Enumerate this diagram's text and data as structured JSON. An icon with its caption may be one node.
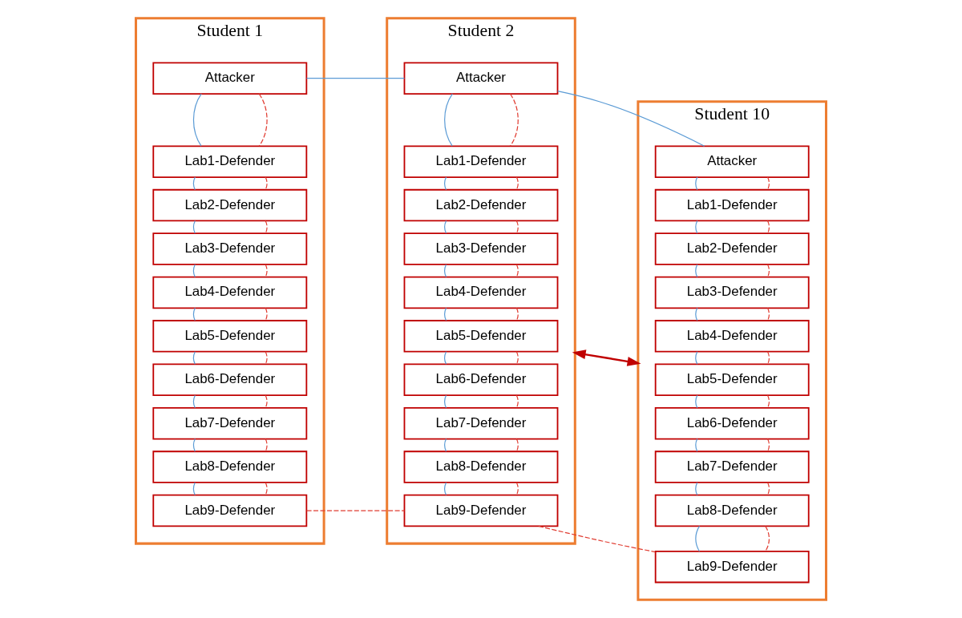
{
  "diagram": {
    "nodes": [
      {
        "text": [
          "Student 1"
        ]
      },
      {
        "text": [
          "Attacker"
        ],
        "in": 0
      },
      {
        "text": [
          "Lab1-Defender"
        ],
        "in": 0
      },
      {
        "text": [
          "Lab2-Defender"
        ],
        "in": 0
      },
      {
        "text": [
          "Lab3-Defender"
        ],
        "in": 0
      },
      {
        "text": [
          "Lab4-Defender"
        ],
        "in": 0
      },
      {
        "text": [
          "Lab5-Defender"
        ],
        "in": 0
      },
      {
        "text": [
          "Lab6-Defender"
        ],
        "in": 0
      },
      {
        "text": [
          "Lab7-Defender"
        ],
        "in": 0
      },
      {
        "text": [
          "Lab8-Defender"
        ],
        "in": 0
      },
      {
        "text": [
          "Lab9-Defender"
        ],
        "in": 0
      },
      {
        "text": [
          "Student 2"
        ]
      },
      {
        "text": [
          "Attacker"
        ],
        "in": 11
      },
      {
        "text": [
          "Lab1-Defender"
        ],
        "in": 11
      },
      {
        "text": [
          "Lab2-Defender"
        ],
        "in": 11
      },
      {
        "text": [
          "Lab3-Defender"
        ],
        "in": 11
      },
      {
        "text": [
          "Lab4-Defender"
        ],
        "in": 11
      },
      {
        "text": [
          "Lab5-Defender"
        ],
        "in": 11
      },
      {
        "text": [
          "Lab6-Defender"
        ],
        "in": 11
      },
      {
        "text": [
          "Lab7-Defender"
        ],
        "in": 11
      },
      {
        "text": [
          "Lab8-Defender"
        ],
        "in": 11
      },
      {
        "text": [
          "Lab9-Defender"
        ],
        "in": 11
      },
      {
        "text": [
          "Student 10"
        ]
      },
      {
        "text": [
          "Attacker"
        ],
        "in": 22
      },
      {
        "text": [
          "Lab1-Defender"
        ],
        "in": 22
      },
      {
        "text": [
          "Lab2-Defender"
        ],
        "in": 22
      },
      {
        "text": [
          "Lab3-Defender"
        ],
        "in": 22
      },
      {
        "text": [
          "Lab4-Defender"
        ],
        "in": 22
      },
      {
        "text": [
          "Lab5-Defender"
        ],
        "in": 22
      },
      {
        "text": [
          "Lab6-Defender"
        ],
        "in": 22
      },
      {
        "text": [
          "Lab7-Defender"
        ],
        "in": 22
      },
      {
        "text": [
          "Lab8-Defender"
        ],
        "in": 22
      },
      {
        "text": [
          "Lab9-Defender"
        ],
        "in": 22
      }
    ],
    "edges": [
      {
        "from": 1,
        "to": 2,
        "arrow": "none"
      },
      {
        "from": 2,
        "to": 3,
        "arrow": "none"
      },
      {
        "from": 3,
        "to": 4,
        "arrow": "none"
      },
      {
        "from": 4,
        "to": 5,
        "arrow": "none"
      },
      {
        "from": 5,
        "to": 6,
        "arrow": "none"
      },
      {
        "from": 6,
        "to": 7,
        "arrow": "none"
      },
      {
        "from": 7,
        "to": 8,
        "arrow": "none"
      },
      {
        "from": 8,
        "to": 9,
        "arrow": "none"
      },
      {
        "from": 9,
        "to": 10,
        "arrow": "none"
      },
      {
        "from": 12,
        "to": 13,
        "arrow": "none"
      },
      {
        "from": 13,
        "to": 14,
        "arrow": "none"
      },
      {
        "from": 14,
        "to": 15,
        "arrow": "none"
      },
      {
        "from": 15,
        "to": 16,
        "arrow": "none"
      },
      {
        "from": 16,
        "to": 17,
        "arrow": "none"
      },
      {
        "from": 17,
        "to": 18,
        "arrow": "none"
      },
      {
        "from": 18,
        "to": 19,
        "arrow": "none"
      },
      {
        "from": 19,
        "to": 20,
        "arrow": "none"
      },
      {
        "from": 20,
        "to": 21,
        "arrow": "none"
      },
      {
        "from": 23,
        "to": 24,
        "arrow": "none"
      },
      {
        "from": 24,
        "to": 25,
        "arrow": "none"
      },
      {
        "from": 25,
        "to": 26,
        "arrow": "none"
      },
      {
        "from": 26,
        "to": 27,
        "arrow": "none"
      },
      {
        "from": 27,
        "to": 28,
        "arrow": "none"
      },
      {
        "from": 28,
        "to": 29,
        "arrow": "none"
      },
      {
        "from": 29,
        "to": 30,
        "arrow": "none"
      },
      {
        "from": 30,
        "to": 31,
        "arrow": "none"
      },
      {
        "from": 31,
        "to": 32,
        "arrow": "none"
      },
      {
        "from": 1,
        "to": 12,
        "arrow": "none"
      },
      {
        "from": 12,
        "to": 23,
        "arrow": "none"
      },
      {
        "from": 1,
        "to": 2,
        "arrow": "none",
        "style": "dashed",
        "color": "#e03c31"
      },
      {
        "from": 2,
        "to": 3,
        "arrow": "none",
        "style": "dashed",
        "color": "#e03c31"
      },
      {
        "from": 3,
        "to": 4,
        "arrow": "none",
        "style": "dashed",
        "color": "#e03c31"
      },
      {
        "from": 4,
        "to": 5,
        "arrow": "none",
        "style": "dashed",
        "color": "#e03c31"
      },
      {
        "from": 5,
        "to": 6,
        "arrow": "none",
        "style": "dashed",
        "color": "#e03c31"
      },
      {
        "from": 6,
        "to": 7,
        "arrow": "none",
        "style": "dashed",
        "color": "#e03c31"
      },
      {
        "from": 7,
        "to": 8,
        "arrow": "none",
        "style": "dashed",
        "color": "#e03c31"
      },
      {
        "from": 8,
        "to": 9,
        "arrow": "none",
        "style": "dashed",
        "color": "#e03c31"
      },
      {
        "from": 9,
        "to": 10,
        "arrow": "none",
        "style": "dashed",
        "color": "#e03c31"
      },
      {
        "from": 12,
        "to": 13,
        "arrow": "none",
        "style": "dashed",
        "color": "#e03c31"
      },
      {
        "from": 13,
        "to": 14,
        "arrow": "none",
        "style": "dashed",
        "color": "#e03c31"
      },
      {
        "from": 14,
        "to": 15,
        "arrow": "none",
        "style": "dashed",
        "color": "#e03c31"
      },
      {
        "from": 15,
        "to": 16,
        "arrow": "none",
        "style": "dashed",
        "color": "#e03c31"
      },
      {
        "from": 16,
        "to": 17,
        "arrow": "none",
        "style": "dashed",
        "color": "#e03c31"
      },
      {
        "from": 17,
        "to": 18,
        "arrow": "none",
        "style": "dashed",
        "color": "#e03c31"
      },
      {
        "from": 18,
        "to": 19,
        "arrow": "none",
        "style": "dashed",
        "color": "#e03c31"
      },
      {
        "from": 19,
        "to": 20,
        "arrow": "none",
        "style": "dashed",
        "color": "#e03c31"
      },
      {
        "from": 20,
        "to": 21,
        "arrow": "none",
        "style": "dashed",
        "color": "#e03c31"
      },
      {
        "from": 23,
        "to": 24,
        "arrow": "none",
        "style": "dashed",
        "color": "#e03c31"
      },
      {
        "from": 24,
        "to": 25,
        "arrow": "none",
        "style": "dashed",
        "color": "#e03c31"
      },
      {
        "from": 25,
        "to": 26,
        "arrow": "none",
        "style": "dashed",
        "color": "#e03c31"
      },
      {
        "from": 26,
        "to": 27,
        "arrow": "none",
        "style": "dashed",
        "color": "#e03c31"
      },
      {
        "from": 27,
        "to": 28,
        "arrow": "none",
        "style": "dashed",
        "color": "#e03c31"
      },
      {
        "from": 28,
        "to": 29,
        "arrow": "none",
        "style": "dashed",
        "color": "#e03c31"
      },
      {
        "from": 29,
        "to": 30,
        "arrow": "none",
        "style": "dashed",
        "color": "#e03c31"
      },
      {
        "from": 30,
        "to": 31,
        "arrow": "none",
        "style": "dashed",
        "color": "#e03c31"
      },
      {
        "from": 31,
        "to": 32,
        "arrow": "none",
        "style": "dashed",
        "color": "#e03c31"
      },
      {
        "from": 10,
        "to": 21,
        "arrow": "none",
        "style": "dashed",
        "color": "#e03c31"
      },
      {
        "from": 21,
        "to": 32,
        "arrow": "none",
        "style": "dashed",
        "color": "#e03c31"
      },
      {
        "from": 11,
        "to": 22,
        "arrow": "both",
        "color": "#c00000"
      }
    ]
  }
}
